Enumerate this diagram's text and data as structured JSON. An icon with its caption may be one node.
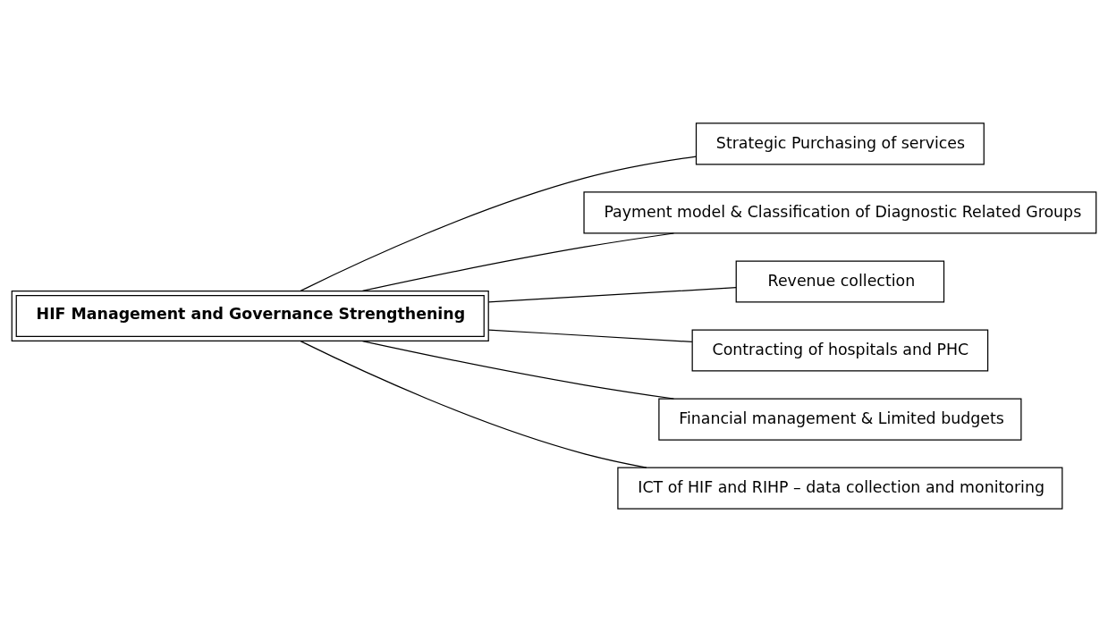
{
  "diagram": {
    "nodes": [
      {
        "text": [
          "HIF Management and Governance Strengthening"
        ]
      },
      {
        "text": [
          "Strategic Purchasing of services"
        ]
      },
      {
        "text": [
          "Payment model & Classification of Diagnostic Related Groups"
        ]
      },
      {
        "text": [
          "Revenue collection"
        ]
      },
      {
        "text": [
          "Contracting of hospitals and PHC"
        ]
      },
      {
        "text": [
          "Financial management & Limited budgets"
        ]
      },
      {
        "text": [
          "ICT of HIF and RIHP – data collection and monitoring"
        ]
      }
    ],
    "edges": [
      {
        "from": 0,
        "to": 1,
        "arrow": "none"
      },
      {
        "from": 0,
        "to": 2,
        "arrow": "none"
      },
      {
        "from": 0,
        "to": 3,
        "arrow": "none"
      },
      {
        "from": 0,
        "to": 4,
        "arrow": "none"
      },
      {
        "from": 0,
        "to": 5,
        "arrow": "none"
      },
      {
        "from": 0,
        "to": 6,
        "arrow": "none"
      }
    ]
  }
}
